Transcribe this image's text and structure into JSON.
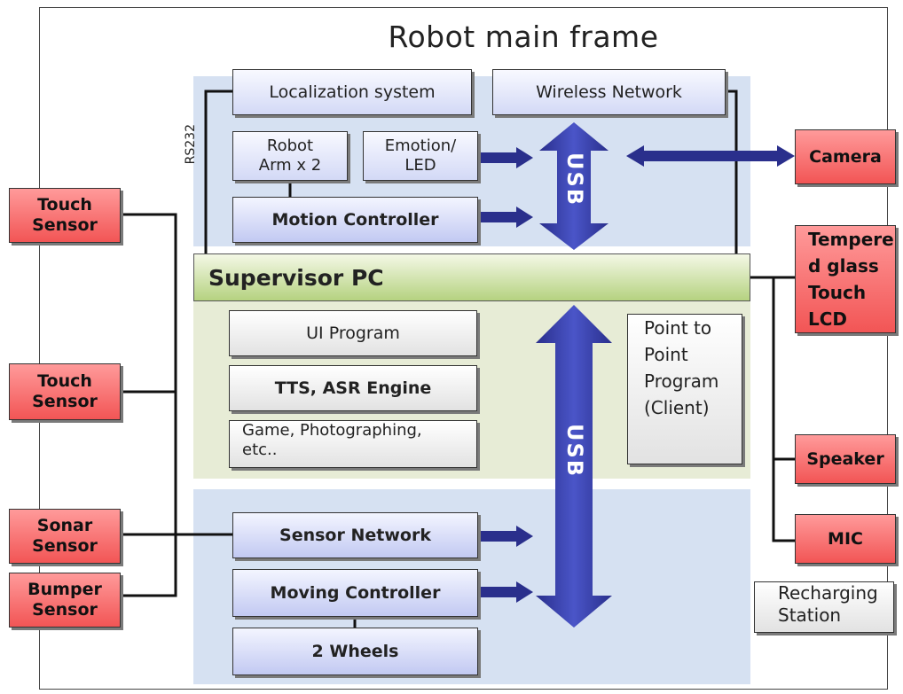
{
  "title": "Robot main frame",
  "supervisor": "Supervisor PC",
  "blocks": {
    "localization": "Localization system",
    "wireless": "Wireless Network",
    "robot_arm": [
      "Robot",
      "Arm x 2"
    ],
    "emotion_led": [
      "Emotion/",
      "LED"
    ],
    "motion_controller": "Motion Controller",
    "ui_program": "UI Program",
    "tts_asr": "TTS, ASR Engine",
    "game": [
      "Game, Photographing,",
      "etc.."
    ],
    "point_to_point": [
      "Point to",
      "Point",
      "Program",
      "(Client)"
    ],
    "sensor_network": "Sensor Network",
    "moving_controller": "Moving Controller",
    "wheels": "2 Wheels"
  },
  "external": {
    "camera": "Camera",
    "lcd": [
      "Tempere",
      "d glass",
      "Touch",
      "LCD"
    ],
    "speaker": "Speaker",
    "mic": "MIC",
    "recharging": [
      "Recharging",
      "Station"
    ],
    "touch_sensor_1": [
      "Touch",
      "Sensor"
    ],
    "touch_sensor_2": [
      "Touch",
      "Sensor"
    ],
    "sonar_sensor": [
      "Sonar",
      "Sensor"
    ],
    "bumper_sensor": [
      "Bumper",
      "Sensor"
    ]
  },
  "bus": {
    "usb_top": "USB",
    "usb_bottom": "USB",
    "rs232": "RS232"
  },
  "colors": {
    "zone_blue": "#d6e1f2",
    "zone_green": "#e7ecd6",
    "arrow": "#2a2f8c",
    "sensor_red": "#f25555"
  }
}
